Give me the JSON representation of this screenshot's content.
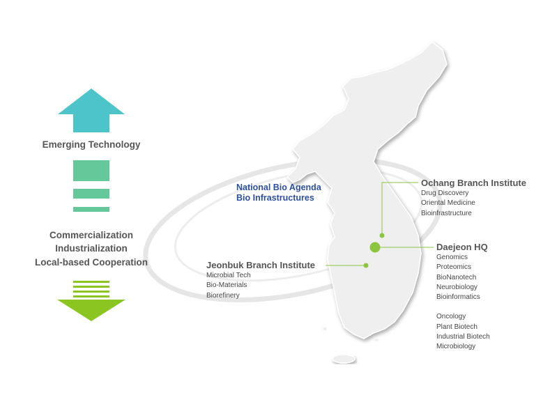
{
  "left_panel": {
    "up_label": "Emerging Technology",
    "down_labels": [
      "Commercialization",
      "Industrialization",
      "Local-based Cooperation"
    ],
    "colors": {
      "up_arrow": "#4cc4c9",
      "bars": "#64c89a",
      "down_arrow": "#8bc521"
    }
  },
  "map": {
    "agenda_lines": [
      "National Bio Agenda",
      "Bio Infrastructures"
    ],
    "colors": {
      "map_fill": "#efefef",
      "ellipse": "#e4e4e4",
      "leader": "#8cc63f"
    }
  },
  "institutes": {
    "ochang": {
      "name": "Ochang Branch Institute",
      "items": [
        "Drug Discovery",
        "Oriental Medicine",
        "Bioinfrastructure"
      ]
    },
    "daejeon": {
      "name": "Daejeon HQ",
      "items": [
        "Genomics",
        "Proteomics",
        "BioNanotech",
        "Neurobiology",
        "Bioinformatics"
      ],
      "items2": [
        "Oncology",
        "Plant Biotech",
        "Industrial Biotech",
        "Microbiology"
      ]
    },
    "jeonbuk": {
      "name": "Jeonbuk Branch Institute",
      "items": [
        "Microbial Tech",
        "Bio-Materials",
        "Biorefinery"
      ]
    }
  }
}
